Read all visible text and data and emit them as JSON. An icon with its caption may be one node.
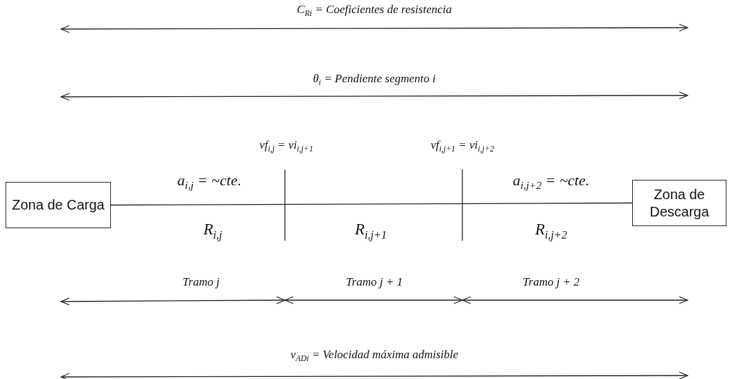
{
  "diagram": {
    "nodes": [
      {
        "text": [
          "Zona de Carga"
        ]
      },
      {
        "text": [
          "Zona de Descarga"
        ]
      }
    ],
    "edges": [
      {
        "from": 0,
        "to": 1,
        "arrow": "none"
      }
    ],
    "labels": [
      "C$_{Ri}$ = Coeficientes de resistencia",
      "θ$_{i}$ = Pendiente segmento i",
      "vf$_{i,j}$ = vi$_{i,j+1}$",
      "vf$_{i,j+1}$ = vi$_{i,j+2}$",
      "a$_{i,j}$ = ~cte.",
      "a$_{i,j+2}$ = ~cte.",
      "R$_{i,j}$",
      "R$_{i,j+1}$",
      "R$_{i,j+2}$",
      "Tramo j",
      "Tramo j + 1",
      "Tramo j + 2",
      "v$_{ADi}$ = Velocidad máxima admisible"
    ]
  }
}
